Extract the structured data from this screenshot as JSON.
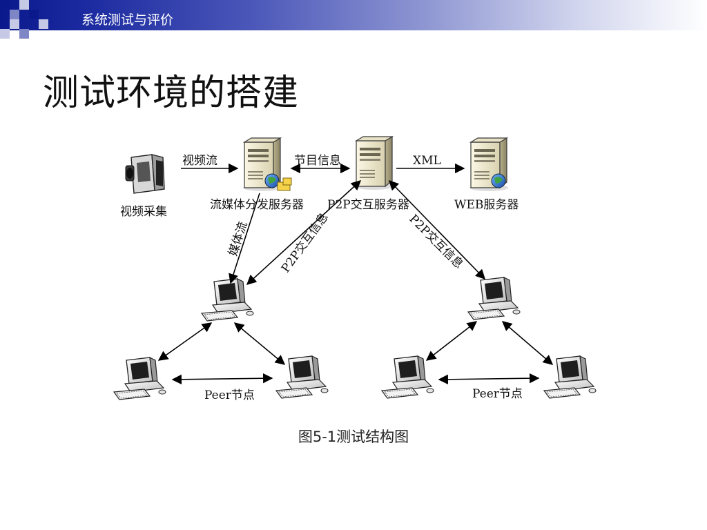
{
  "header": {
    "title": "系统测试与评价"
  },
  "page_title": "测试环境的搭建",
  "diagram": {
    "nodes": {
      "camera_label": "视频采集",
      "streaming_server_label": "流媒体分发服务器",
      "p2p_server_label": "P2P交互服务器",
      "web_server_label": "WEB服务器"
    },
    "edges": {
      "video_stream": "视频流",
      "program_info": "节目信息",
      "xml": "XML",
      "media_stream": "媒体流",
      "p2p_info_left": "P2P交互信息",
      "p2p_info_right": "P2P交互信息",
      "peer_left": "Peer节点",
      "peer_right": "Peer节点"
    }
  },
  "caption": "图5-1测试结构图",
  "colors": {
    "header_dark": "#0a1a8c",
    "header_light": "#ffffff"
  }
}
